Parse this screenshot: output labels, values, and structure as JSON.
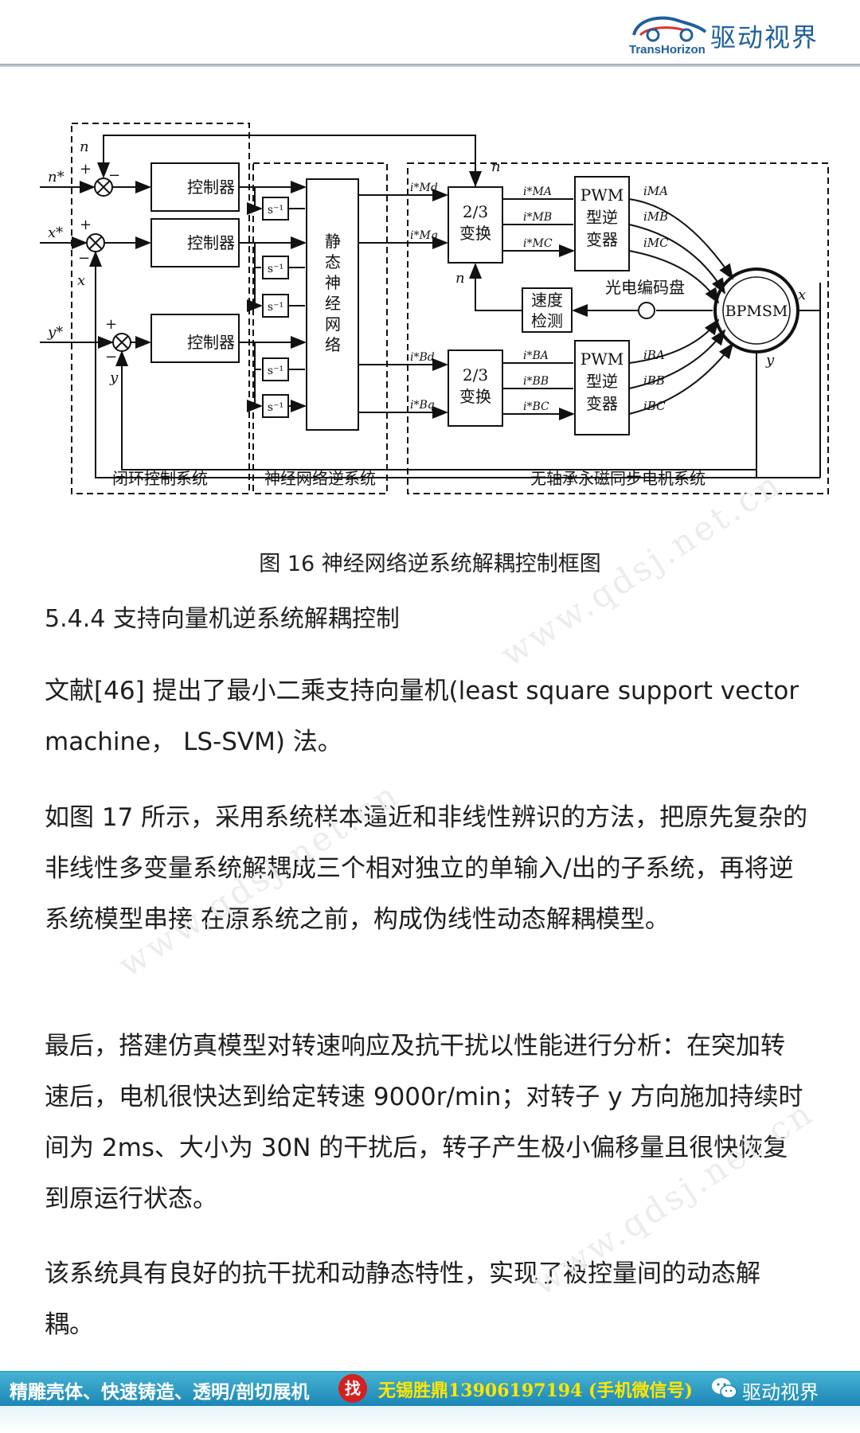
{
  "header": {
    "brand_cn": "驱动视界",
    "brand_en": "TransHorizon",
    "logo_color": "#1f5f9e"
  },
  "figure": {
    "caption": "图 16 神经网络逆系统解耦控制框图",
    "section_labels": {
      "closed_loop": "闭环控制系统",
      "inverse": "神经网络逆系统",
      "motor": "无轴承永磁同步电机系统"
    },
    "controller": "控制器",
    "integrator": "s⁻¹",
    "nn_block": [
      "静",
      "态",
      "神",
      "经",
      "网",
      "络"
    ],
    "transform_top": "2/3",
    "transform_bottom": "变换",
    "pwm_lines": [
      "PWM",
      "型逆",
      "变器"
    ],
    "speed_detect": [
      "速度",
      "检测"
    ],
    "encoder": "光电编码盘",
    "motor": "BPMSM",
    "signals": {
      "n_star": "n*",
      "x_star": "x*",
      "y_star": "y*",
      "n": "n",
      "x": "x",
      "y": "y",
      "iMd": "i*Md",
      "iMq": "i*Mq",
      "iBd": "i*Bd",
      "iBq": "i*Bq",
      "iMA_s": "i*MA",
      "iMB_s": "i*MB",
      "iMC_s": "i*MC",
      "iBA_s": "i*BA",
      "iBB_s": "i*BB",
      "iBC_s": "i*BC",
      "iMA": "iMA",
      "iMB": "iMB",
      "iMC": "iMC",
      "iBA": "iBA",
      "iBB": "iBB",
      "iBC": "iBC",
      "plus": "+",
      "minus": "−"
    }
  },
  "section_heading": "5.4.4 支持向量机逆系统解耦控制",
  "paragraphs": [
    "文献[46] 提出了最小二乘支持向量机(least square support vector machine， LS-SVM) 法。",
    "如图 17 所示，采用系统样本逼近和非线性辨识的方法，把原先复杂的非线性多变量系统解耦成三个相对独立的单输入/出的子系统，再将逆系统模型串接 在原系统之前，构成伪线性动态解耦模型。",
    "最后，搭建仿真模型对转速响应及抗干扰以性能进行分析：在突加转速后，电机很快达到给定转速 9000r/min；对转子 y 方向施加持续时间为 2ms、大小为 30N 的干扰后，转子产生极小偏移量且很快恢复到原运行状态。",
    "该系统具有良好的抗干扰和动静态特性，实现了被控量间的动态解耦。"
  ],
  "watermark": "www.qdsj.net.cn",
  "footer": {
    "slogan": "精雕壳体、快速铸造、透明/剖切展机",
    "find_badge": "找",
    "contact": "无锡胜鼎13906197194 (手机微信号)",
    "account": "驱动视界",
    "bar_color": "#1c86b5",
    "contact_color": "#ffe600"
  }
}
